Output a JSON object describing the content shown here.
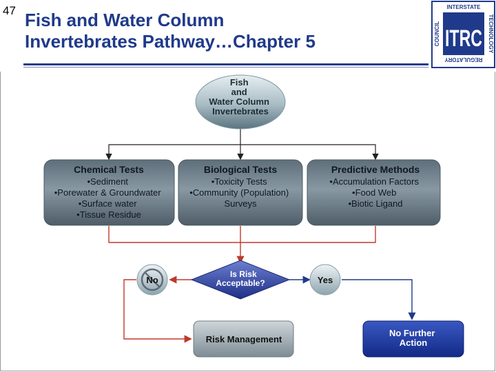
{
  "slide_number": "47",
  "title": {
    "line1": "Fish and Water Column",
    "line2": "Invertebrates Pathway…Chapter 5"
  },
  "logo": {
    "main_text": "ITRC",
    "ring_top": "INTERSTATE",
    "ring_right": "TECHNOLOGY",
    "ring_bottom": "REGULATORY",
    "ring_left": "COUNCIL",
    "brand_color": "#1f3a8a"
  },
  "diagram": {
    "start_node": [
      "Fish",
      "and",
      "Water Column",
      "Invertebrates"
    ],
    "boxes": [
      {
        "heading": "Chemical Tests",
        "items": [
          "•Sediment",
          "•Porewater & Groundwater",
          "•Surface water",
          "•Tissue Residue"
        ]
      },
      {
        "heading": "Biological Tests",
        "items": [
          "•Toxicity Tests",
          "•Community (Population)",
          "Surveys"
        ]
      },
      {
        "heading": "Predictive Methods",
        "items": [
          "•Accumulation Factors",
          "•Food Web",
          "•Biotic Ligand"
        ]
      }
    ],
    "decision": [
      "Is Risk",
      "Acceptable?"
    ],
    "no_label": "No",
    "yes_label": "Yes",
    "risk_management": "Risk Management",
    "no_further_action": [
      "No Further",
      "Action"
    ],
    "colors": {
      "box_fill": "#6b7a86",
      "connector_red": "#c0392b",
      "connector_blue": "#1f3a8a",
      "action_blue": "#1f3fa0",
      "decision_blue": "#2d3f9a"
    }
  }
}
